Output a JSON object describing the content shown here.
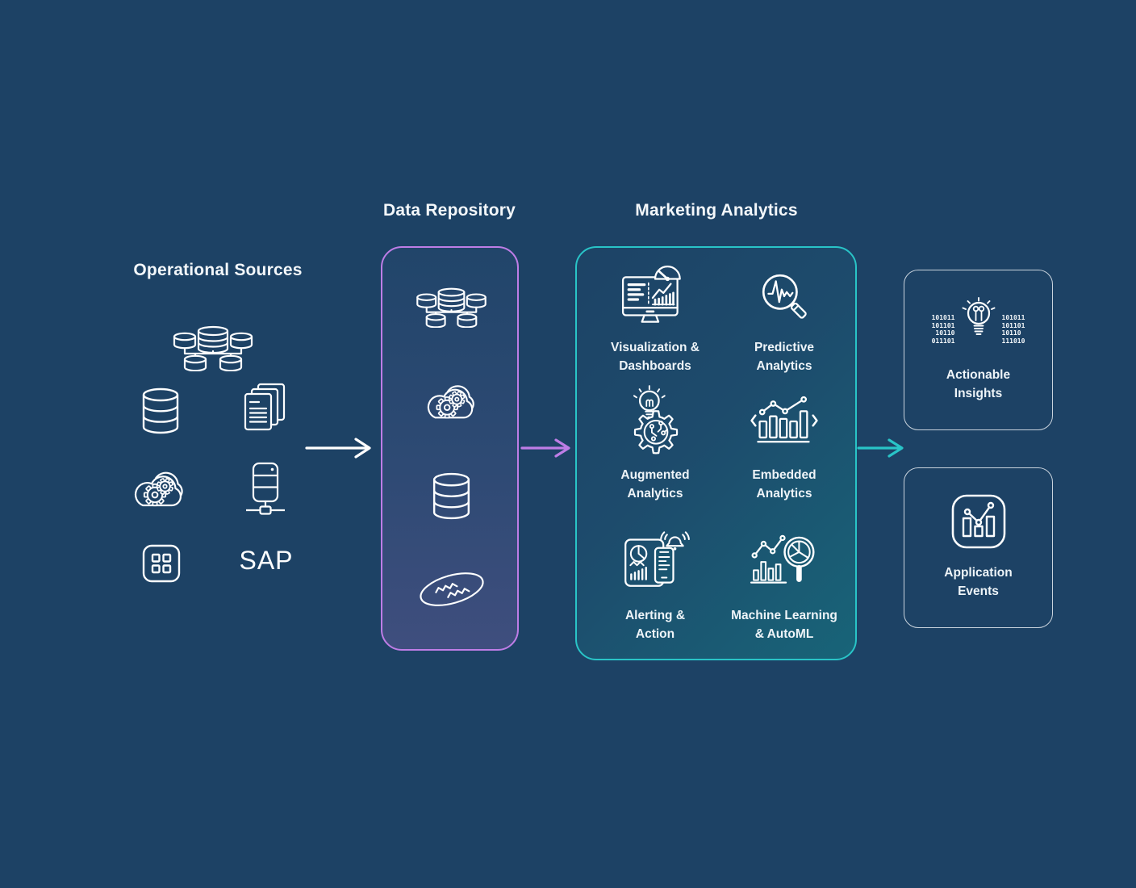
{
  "background": "#1d4265",
  "colors": {
    "purple_accent": "#be7de6",
    "teal_accent": "#29c4c7",
    "white": "#ffffff",
    "repo_gradient": [
      "#21456a",
      "#3f4e7e"
    ],
    "marketing_gradient": [
      "#1d4366",
      "#186478"
    ],
    "output_box_border": "#c9d3dd"
  },
  "operational": {
    "title": "Operational Sources",
    "sap_label": "SAP",
    "icons": [
      "distributed-databases-icon",
      "database-icon",
      "documents-icon",
      "cloud-gears-icon",
      "server-icon",
      "app-grid-icon"
    ]
  },
  "repository": {
    "title": "Data Repository",
    "icons": [
      "distributed-databases-icon",
      "cloud-gears-icon",
      "database-icon",
      "data-lake-icon"
    ]
  },
  "arrows": [
    {
      "name": "sources-to-repository",
      "color": "#ffffff"
    },
    {
      "name": "repository-to-marketing",
      "color": "#be7de6"
    },
    {
      "name": "marketing-to-outputs",
      "color": "#29c4c7"
    }
  ],
  "marketing": {
    "title": "Marketing Analytics",
    "items": [
      {
        "icon": "visualization-dashboards-icon",
        "label": "Visualization &\nDashboards"
      },
      {
        "icon": "predictive-analytics-icon",
        "label": "Predictive\nAnalytics"
      },
      {
        "icon": "augmented-analytics-icon",
        "label": "Augmented\nAnalytics"
      },
      {
        "icon": "embedded-analytics-icon",
        "label": "Embedded\nAnalytics"
      },
      {
        "icon": "alerting-action-icon",
        "label": "Alerting &\nAction"
      },
      {
        "icon": "machine-learning-icon",
        "label": "Machine Learning\n& AutoML"
      }
    ]
  },
  "outputs": {
    "insights": {
      "icon": "lightbulb-binary-icon",
      "label": "Actionable\nInsights",
      "binary_left": "101011\n101101\n10110\n011101",
      "binary_right": "101011\n101101\n10110\n111010"
    },
    "events": {
      "icon": "application-events-icon",
      "label": "Application\nEvents"
    }
  }
}
